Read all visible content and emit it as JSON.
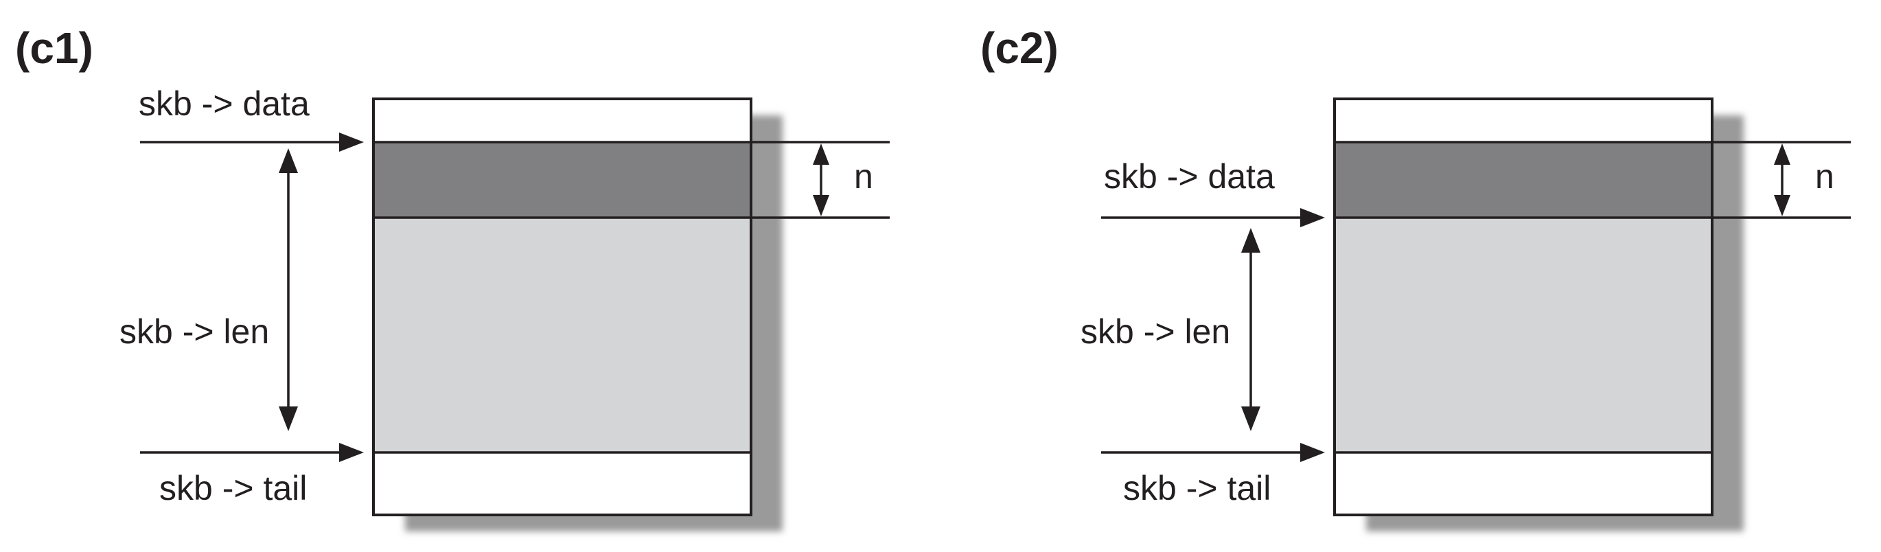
{
  "figure": {
    "panel_c1": {
      "label": "(c1)",
      "data_label": "skb -> data",
      "len_label": "skb -> len",
      "tail_label": "skb -> tail",
      "n_label": "n"
    },
    "panel_c2": {
      "label": "(c2)",
      "data_label": "skb -> data",
      "len_label": "skb -> len",
      "tail_label": "skb -> tail",
      "n_label": "n"
    },
    "colors": {
      "dark_band": "#808083",
      "data_area": "#d4d5d7",
      "empty_area": "#ffffff",
      "shadow": "#9a9a9a",
      "stroke": "#231f20"
    }
  }
}
